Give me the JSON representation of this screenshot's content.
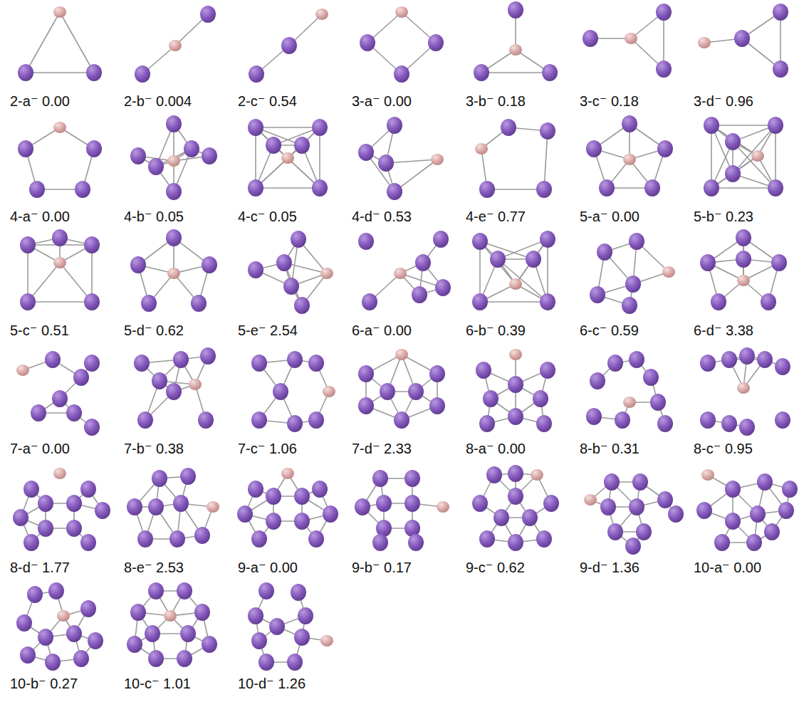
{
  "diagram": {
    "labels": [
      "2-a⁻ 0.00",
      "2-b⁻ 0.004",
      "2-c⁻ 0.54",
      "3-a⁻ 0.00",
      "3-b⁻ 0.18",
      "3-c⁻ 0.18",
      "3-d⁻ 0.96",
      "4-a⁻ 0.00",
      "4-b⁻ 0.05",
      "4-c⁻ 0.05",
      "4-d⁻ 0.53",
      "4-e⁻ 0.77",
      "5-a⁻ 0.00",
      "5-b⁻ 0.23",
      "5-c⁻ 0.51",
      "5-d⁻ 0.62",
      "5-e⁻ 2.54",
      "6-a⁻ 0.00",
      "6-b⁻ 0.39",
      "6-c⁻ 0.59",
      "6-d⁻ 3.38",
      "7-a⁻ 0.00",
      "7-b⁻ 0.38",
      "7-c⁻ 1.06",
      "7-d⁻ 2.33",
      "8-a⁻ 0.00",
      "8-b⁻ 0.31",
      "8-c⁻ 0.95",
      "8-d⁻ 1.77",
      "8-e⁻ 2.53",
      "9-a⁻ 0.00",
      "9-b⁻ 0.17",
      "9-c⁻ 0.62",
      "9-d⁻ 1.36",
      "10-a⁻ 0.00",
      "10-b⁻ 0.27",
      "10-c⁻ 1.01",
      "10-d⁻ 1.26"
    ]
  }
}
